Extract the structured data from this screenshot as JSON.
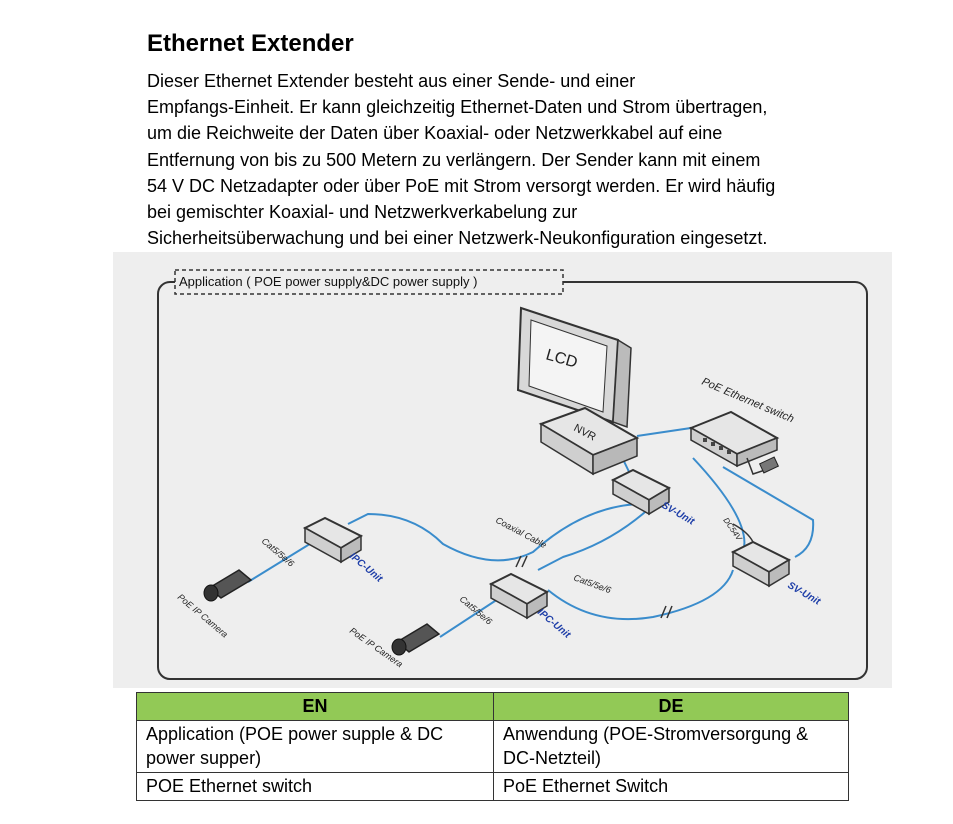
{
  "heading": "Ethernet Extender",
  "paragraph_lines": [
    "Dieser Ethernet Extender besteht aus einer Sende- und einer",
    "Empfangs-Einheit. Er kann gleichzeitig Ethernet-Daten und Strom übertragen,",
    "um die Reichweite der Daten über Koaxial- oder Netzwerkkabel auf eine",
    "Entfernung von bis zu 500 Metern zu verlängern. Der Sender kann mit einem",
    "54 V DC Netzadapter oder über PoE mit Strom versorgt werden. Er wird häufig",
    "bei gemischter Koaxial- und Netzwerkverkabelung zur",
    "Sicherheitsüberwachung und bei einer Netzwerk-Neukonfiguration eingesetzt."
  ],
  "diagram": {
    "frame_label": "Application ( POE power supply&DC power supply )",
    "lcd": "LCD",
    "nvr": "NVR",
    "switch_label": "PoE Ethernet switch",
    "sv_unit_left": "SV-Unit",
    "sv_unit_right": "SV-Unit",
    "ipc_unit_left": "IPC-Unit",
    "ipc_unit_mid": "IPC-Unit",
    "coaxial_cable": "Coaxial Cable",
    "cat_left": "Cat5/5e/6",
    "cat_mid": "Cat5/5e/6",
    "cat_right": "Cat5/5e/6",
    "dc_label": "DC54V",
    "camera_left": "PoE IP Camera",
    "camera_mid": "PoE IP Camera"
  },
  "table": {
    "headers": [
      "EN",
      "DE"
    ],
    "rows": [
      [
        "Application (POE power supple & DC power supper)",
        "Anwendung (POE-Stromversorgung & DC-Netzteil)"
      ],
      [
        "POE Ethernet switch",
        "PoE Ethernet Switch"
      ]
    ]
  },
  "colors": {
    "header_green": "#92c956",
    "cable_blue": "#3a8ccc",
    "unit_label_blue": "#1e3ea8"
  }
}
